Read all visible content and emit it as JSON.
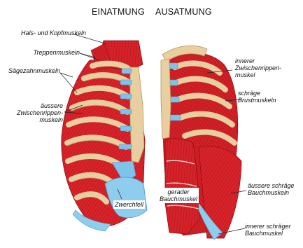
{
  "headings": {
    "inhale": "EINATMUNG",
    "exhale": "AUSATMUNG"
  },
  "labels": {
    "neck_muscles": "Hals- und Kopfmuskeln",
    "scalene_muscles": "Treppenmuskeln",
    "serratus_muscles": "Sägezahnmuskeln",
    "external_intercostal_1": "äussere",
    "external_intercostal_2": "Zwischenrippen-",
    "external_intercostal_3": "muskeln",
    "diaphragm": "Zwerchfell",
    "rectus_abdominis_1": "gerader",
    "rectus_abdominis_2": "Bauchmuskel",
    "internal_intercostal_1": "innerer",
    "internal_intercostal_2": "Zwischenrippen-",
    "internal_intercostal_3": "muskel",
    "oblique_chest_1": "schräge",
    "oblique_chest_2": "Brustmuskeln",
    "external_oblique_1": "äussere schräge",
    "external_oblique_2": "Bauchmuskeln",
    "internal_oblique_1": "innerer schräger",
    "internal_oblique_2": "Bauchmuskel"
  },
  "colors": {
    "muscle": "#d9232a",
    "muscle_dark": "#a8141a",
    "bone": "#e8cfa0",
    "cartilage": "#7ec3e8",
    "leader": "#222222"
  }
}
